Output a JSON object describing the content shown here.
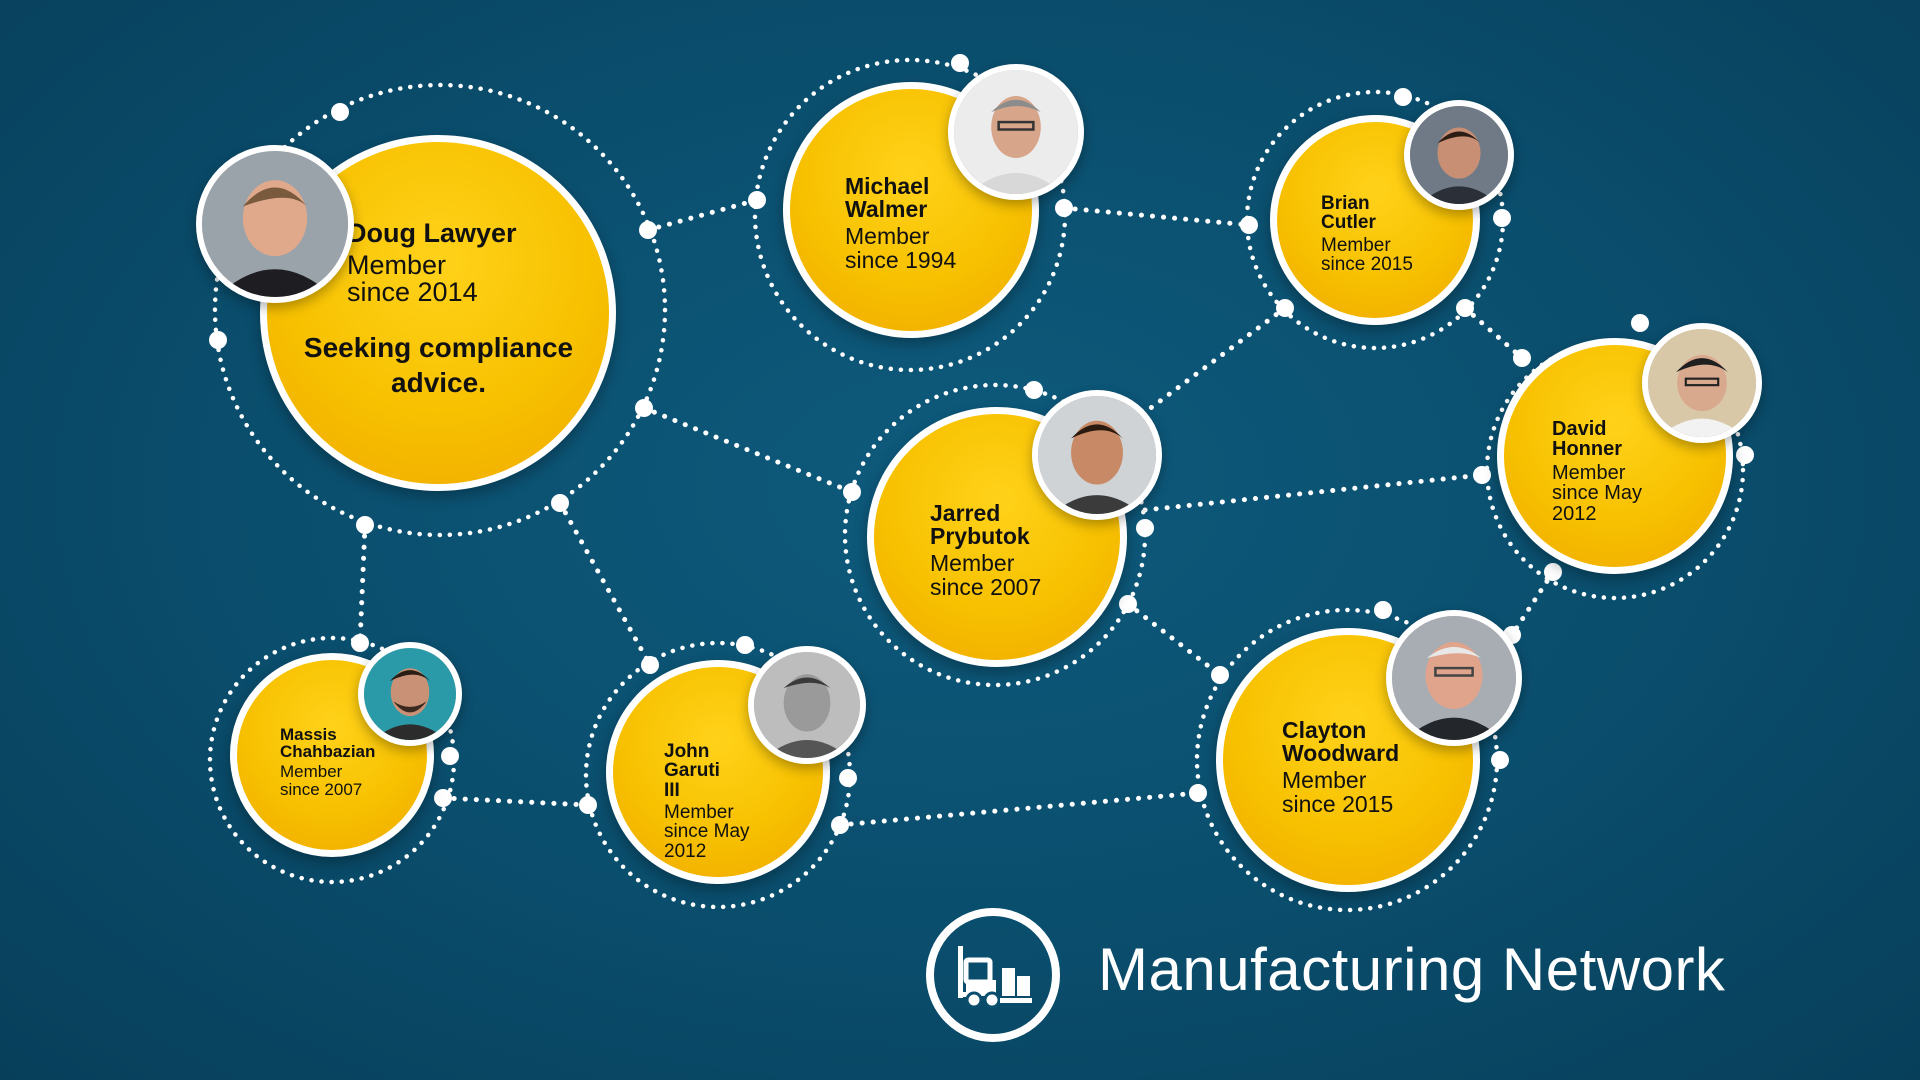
{
  "brand": {
    "title": "Manufacturing Network",
    "icon": "forklift-icon"
  },
  "colors": {
    "background": "#0a4d6c",
    "bubble": "#f7c100",
    "line": "#ffffff"
  },
  "members": [
    {
      "id": "doug",
      "name": "Doug Lawyer",
      "since": "Member since 2014",
      "note": "Seeking compliance advice."
    },
    {
      "id": "michael",
      "name": "Michael Walmer",
      "since": "Member since 1994"
    },
    {
      "id": "brian",
      "name": "Brian Cutler",
      "since": "Member since 2015"
    },
    {
      "id": "jarred",
      "name": "Jarred Prybutok",
      "since": "Member since 2007"
    },
    {
      "id": "david",
      "name": "David Honner",
      "since": "Member since May 2012"
    },
    {
      "id": "massis",
      "name": "Massis Chahbazian",
      "since": "Member since 2007"
    },
    {
      "id": "john",
      "name": "John Garuti III",
      "since": "Member since May 2012"
    },
    {
      "id": "clayton",
      "name": "Clayton Woodward",
      "since": "Member since 2015"
    }
  ],
  "connections": [
    [
      "doug",
      "michael"
    ],
    [
      "doug",
      "jarred"
    ],
    [
      "doug",
      "massis"
    ],
    [
      "doug",
      "john"
    ],
    [
      "michael",
      "brian"
    ],
    [
      "brian",
      "jarred"
    ],
    [
      "brian",
      "david"
    ],
    [
      "jarred",
      "david"
    ],
    [
      "jarred",
      "clayton"
    ],
    [
      "david",
      "clayton"
    ],
    [
      "massis",
      "john"
    ],
    [
      "john",
      "clayton"
    ]
  ]
}
